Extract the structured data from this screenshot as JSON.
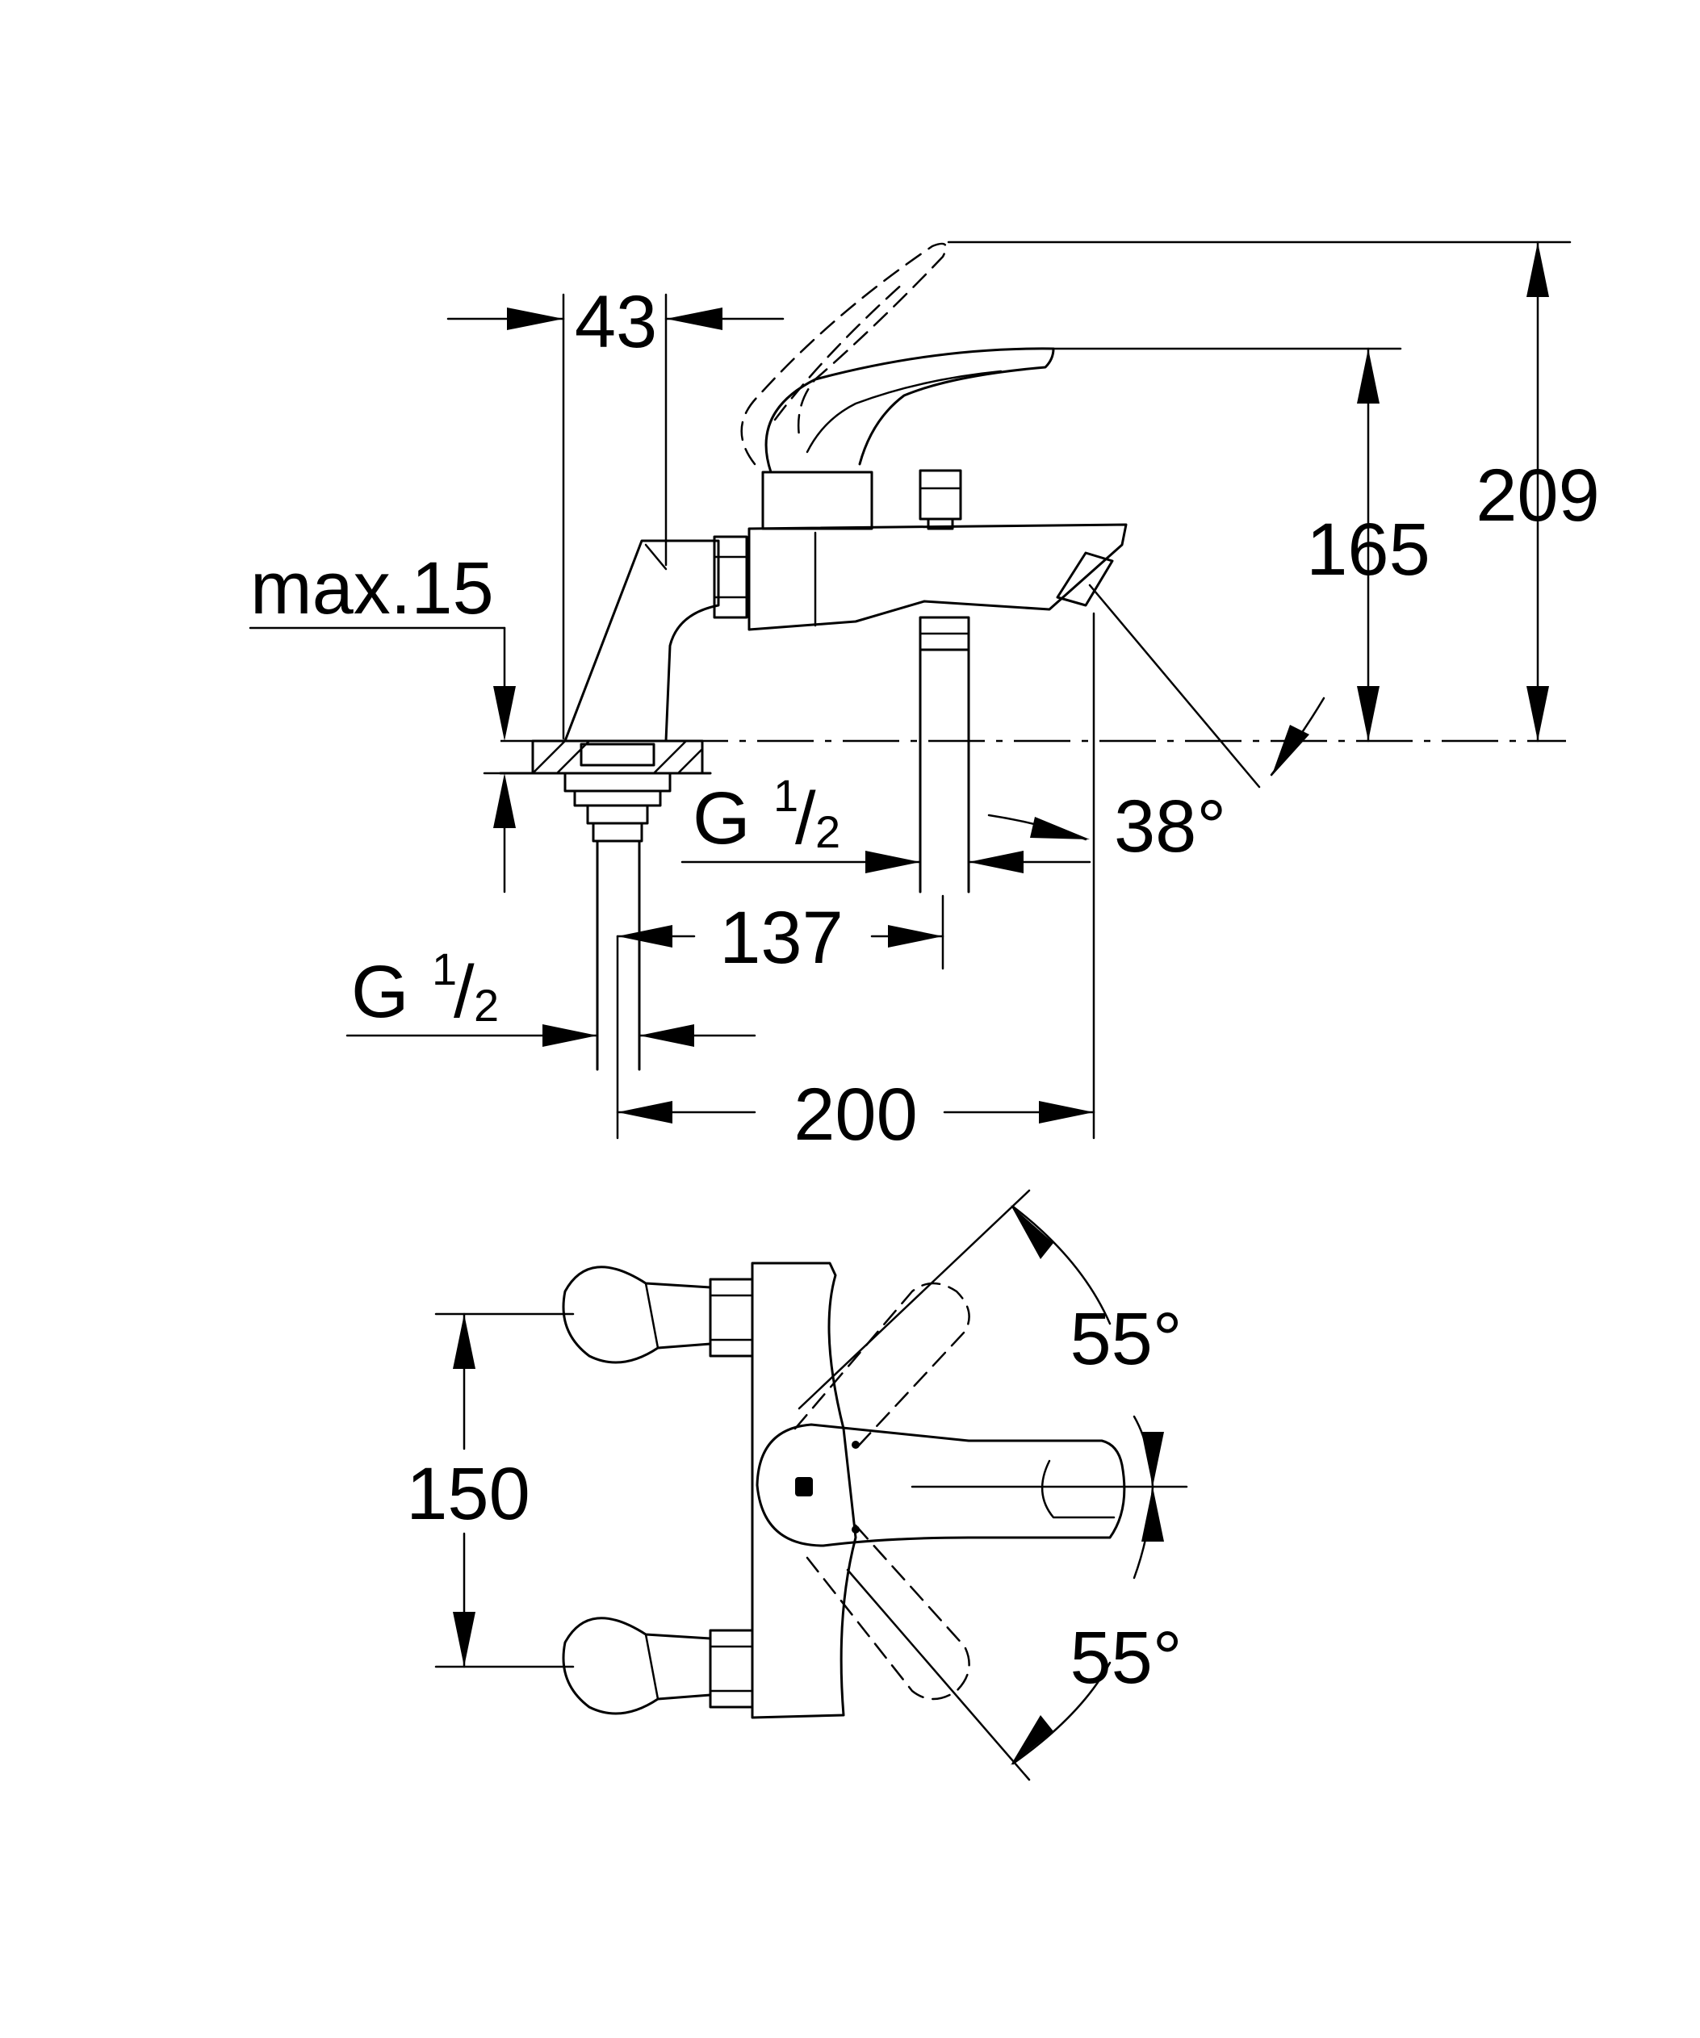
{
  "colors": {
    "line": "#000000",
    "background": "#ffffff"
  },
  "side_view": {
    "dim_width": "43",
    "dim_max_deck": "max.15",
    "dim_handle_height": "165",
    "dim_total_height": "209",
    "thread_upper": {
      "letter": "G",
      "num": "1",
      "slash": "/",
      "den": "2"
    },
    "dim_inlet_to_outlet": "137",
    "thread_lower": {
      "letter": "G",
      "num": "1",
      "slash": "/",
      "den": "2"
    },
    "dim_spout_reach": "200",
    "spout_angle": "38°"
  },
  "top_view": {
    "dim_inlet_spacing": "150",
    "handle_rotation_up": "55°",
    "handle_rotation_down": "55°"
  }
}
